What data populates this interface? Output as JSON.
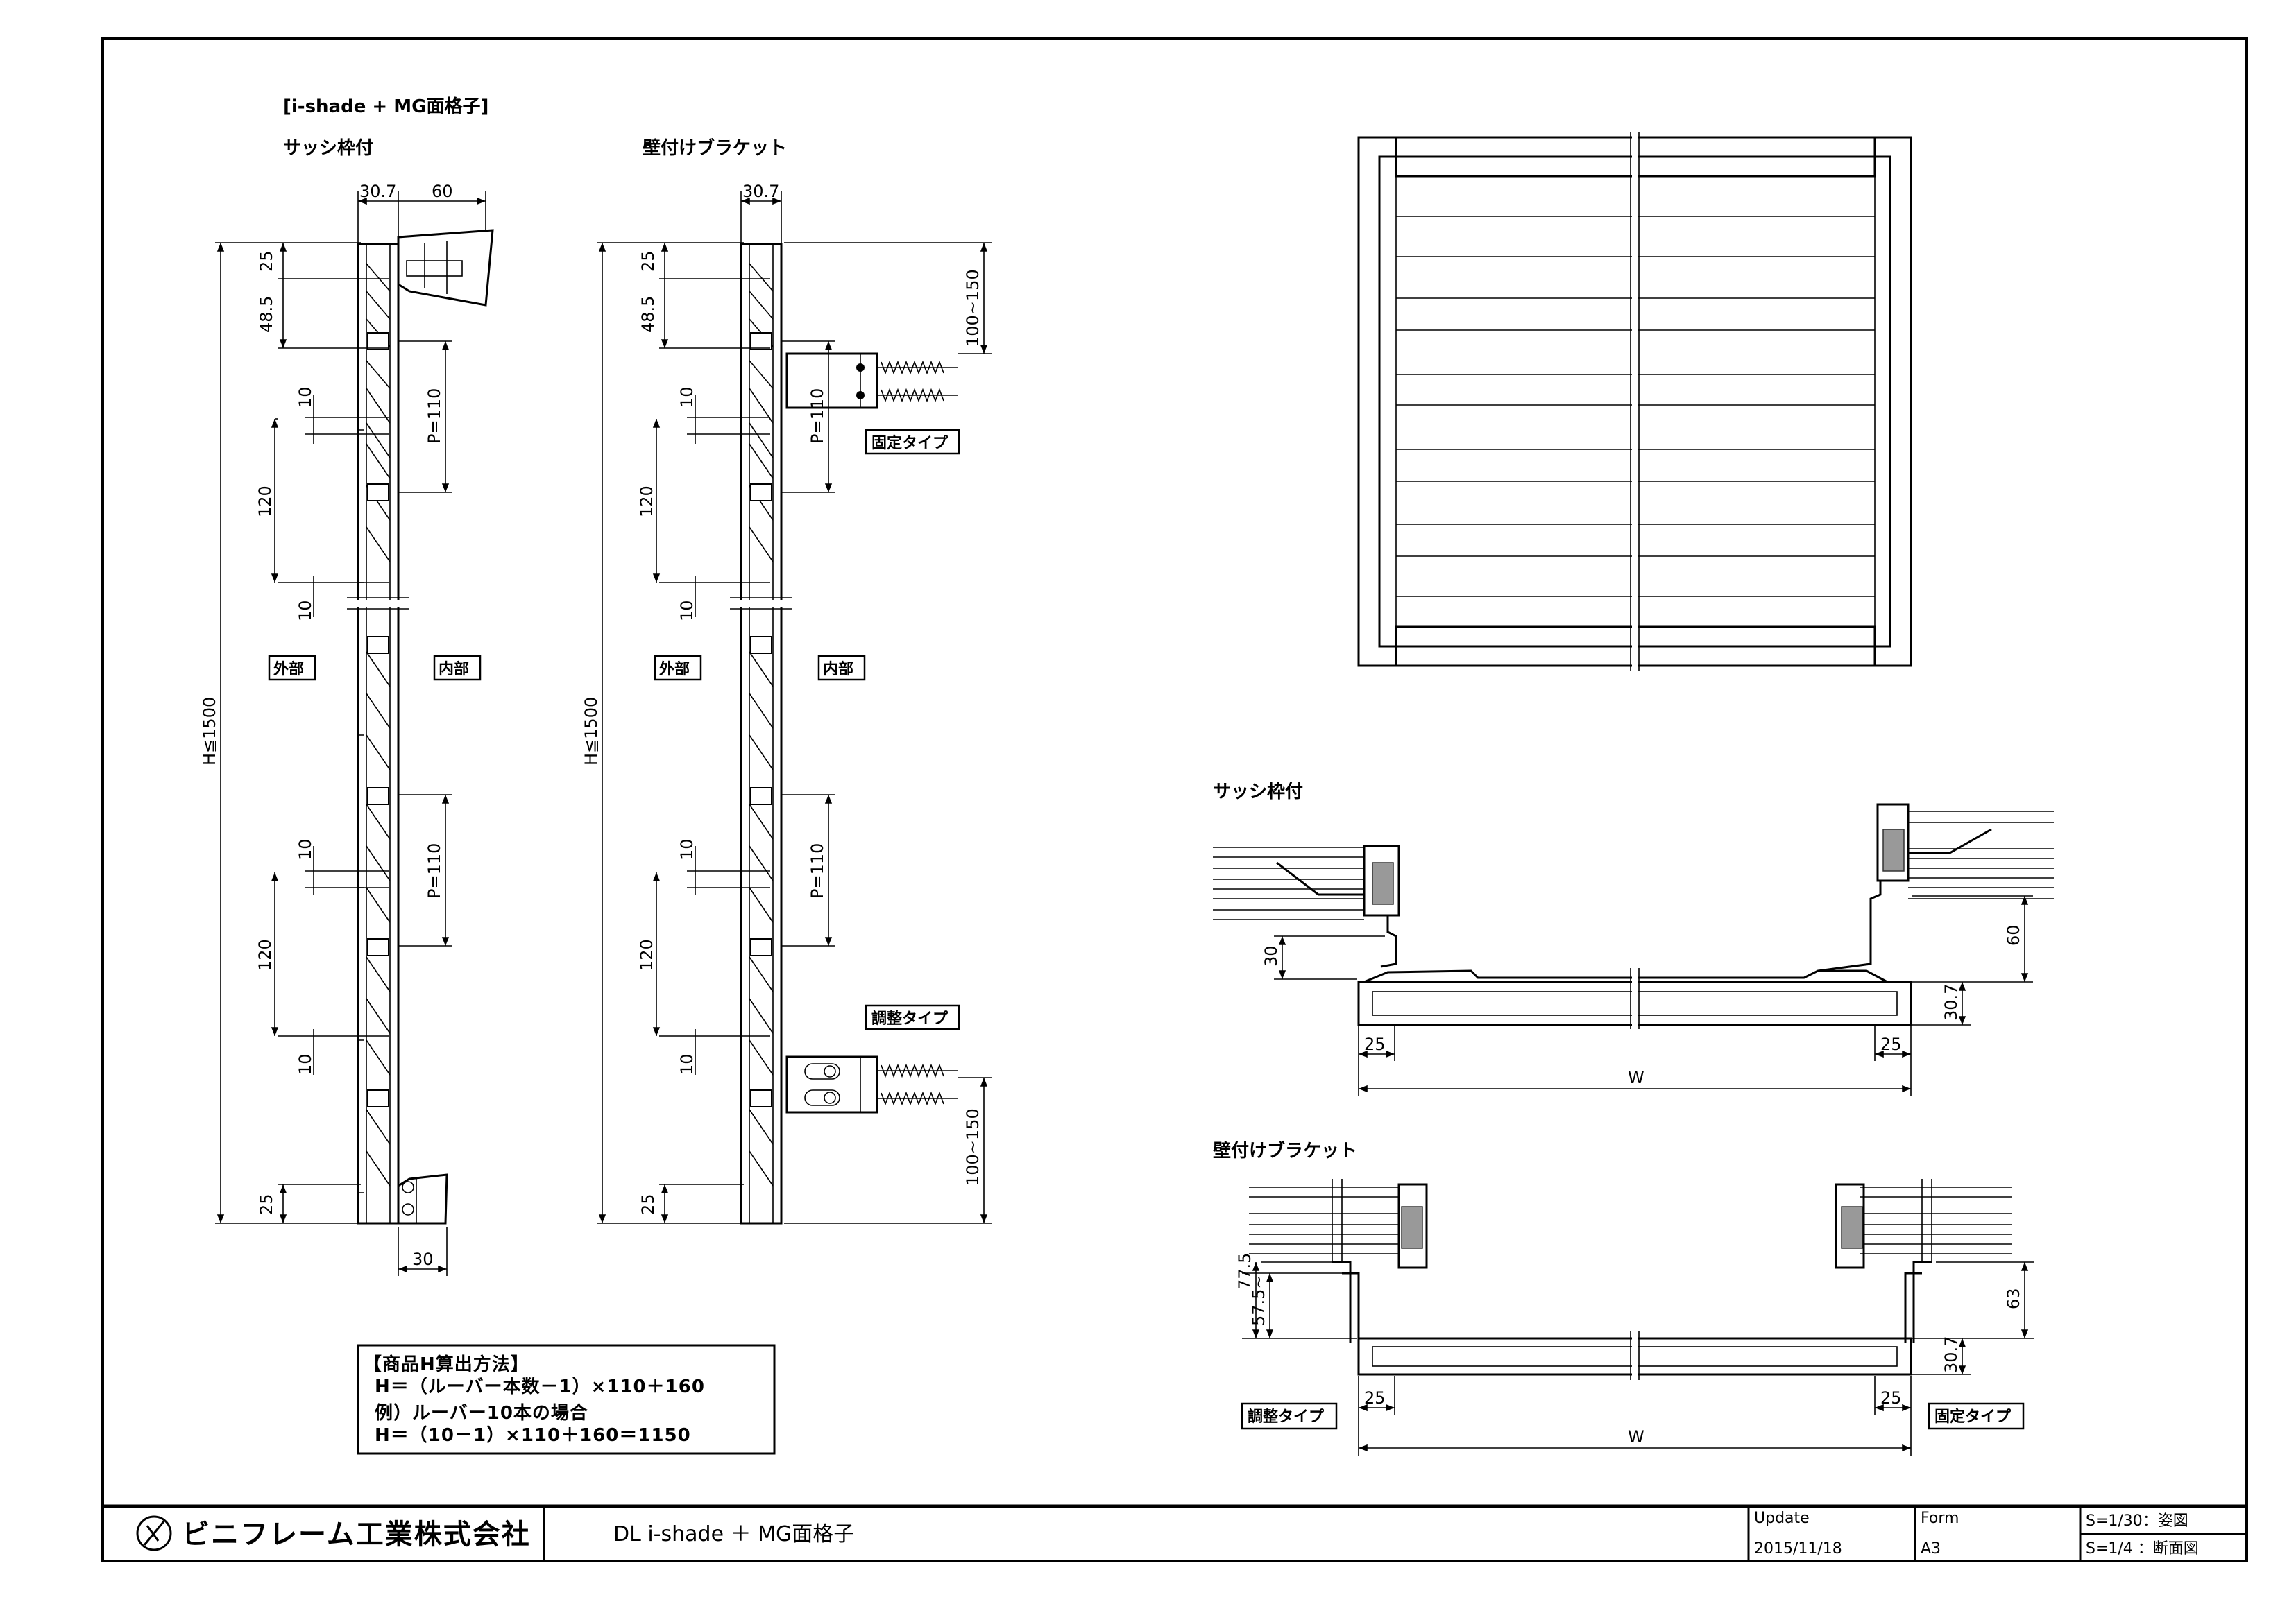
{
  "title_block": {
    "company": "ビニフレーム工業株式会社",
    "drawing_title": "DL i-shade ＋ MG面格子",
    "update_label": "Update",
    "update_value": "2015/11/18",
    "form_label": "Form",
    "form_value": "A3",
    "scale_1": "S=1/30：姿図",
    "scale_2": "S=1/4 ：断面図"
  },
  "header": {
    "product": "[i-shade + MG面格子]"
  },
  "left_section": {
    "title": "サッシ枠付",
    "dims": {
      "top_w": "30.7",
      "top_w2": "60",
      "d25_top": "25",
      "d485": "48.5",
      "d10_a": "10",
      "d120_a": "120",
      "d10_b": "10",
      "p110_a": "P=110",
      "d10_c": "10",
      "d120_b": "120",
      "d10_d": "10",
      "p110_b": "P=110",
      "d25_bot": "25",
      "d30_bot": "30",
      "h": "H≦1500"
    },
    "outside": "外部",
    "inside": "内部"
  },
  "mid_section": {
    "title": "壁付けブラケット",
    "dims": {
      "top_w": "30.7",
      "d25_top": "25",
      "d485": "48.5",
      "d10_a": "10",
      "d120_a": "120",
      "d10_b": "10",
      "p110_a": "P=110",
      "d10_c": "10",
      "d120_b": "120",
      "d10_d": "10",
      "p110_b": "P=110",
      "d25_bot": "25",
      "h": "H≦1500",
      "r_top": "100~150",
      "r_bot": "100~150"
    },
    "outside": "外部",
    "inside": "内部",
    "fixed_type": "固定タイプ",
    "adjust_type": "調整タイプ"
  },
  "note": {
    "line1": "【商品H算出方法】",
    "line2": "H＝（ルーバー本数－1）×110＋160",
    "line3": "例）ルーバー10本の場合",
    "line4": "H＝（10－1）×110＋160＝1150"
  },
  "plan_sash": {
    "title": "サッシ枠付",
    "d30": "30",
    "d60": "60",
    "d307": "30.7",
    "d25_l": "25",
    "d25_r": "25",
    "w": "W"
  },
  "plan_wall": {
    "title": "壁付けブラケット",
    "d575": "57.5~",
    "d775": "77.5",
    "d63": "63",
    "d307": "30.7",
    "d25_l": "25",
    "d25_r": "25",
    "w": "W",
    "adjust_type": "調整タイプ",
    "fixed_type": "固定タイプ"
  }
}
